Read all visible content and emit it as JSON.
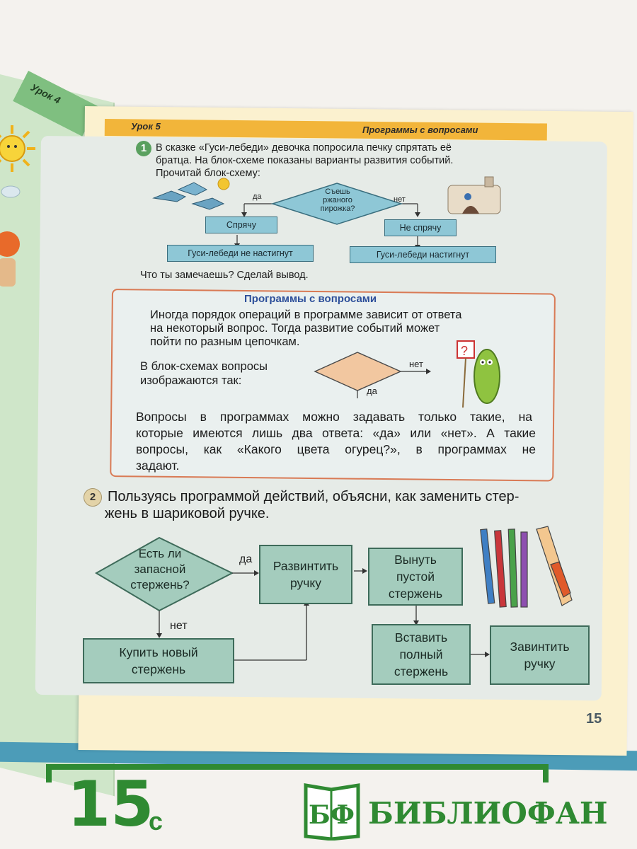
{
  "left_page": {
    "lesson": "Урок 4"
  },
  "header": {
    "lesson": "Урок 5",
    "topic": "Программы с вопросами"
  },
  "task1": {
    "number": "1",
    "lines": [
      "В сказке «Гуси-лебеди» девочка попросила печку спрятать её",
      "братца. На блок-схеме показаны варианты развития событий.",
      "Прочитай блок-схему:"
    ],
    "flow": {
      "question": [
        "Съешь",
        "ржаного",
        "пирожка?"
      ],
      "yes_label": "да",
      "no_label": "нет",
      "yes_box": "Спрячу",
      "no_box": "Не спрячу",
      "yes_result": "Гуси-лебеди не настигнут",
      "no_result": "Гуси-лебеди настигнут"
    },
    "question_line": "Что ты замечаешь? Сделай вывод."
  },
  "info": {
    "title": "Программы с вопросами",
    "para1": [
      "Иногда порядок операций в программе зависит от ответа",
      "на некоторый вопрос. Тогда развитие событий может",
      "пойти по разным цепочкам."
    ],
    "para2": [
      "В блок-схемах вопросы",
      "изображаются так:"
    ],
    "diamond_no": "нет",
    "diamond_yes": "да",
    "para3": [
      "Вопросы в программах можно задавать только такие, на",
      "которые имеются лишь два ответа: «да» или «нет». А такие",
      "вопросы, как «Какого цвета огурец?», в программах не",
      "задают."
    ]
  },
  "task2": {
    "number": "2",
    "lines": [
      "Пользуясь программой действий, объясни, как заменить стер-",
      "жень в шариковой ручке."
    ],
    "flow": {
      "question": [
        "Есть ли",
        "запасной",
        "стержень?"
      ],
      "yes_label": "да",
      "no_label": "нет",
      "buy": [
        "Купить новый",
        "стержень"
      ],
      "unscrew": [
        "Развинтить",
        "ручку"
      ],
      "remove": [
        "Вынуть",
        "пустой",
        "стержень"
      ],
      "insert": [
        "Вставить",
        "полный",
        "стержень"
      ],
      "screw": [
        "Завинтить",
        "ручку"
      ]
    }
  },
  "page_number": "15",
  "watermark": {
    "price": "15",
    "price_suffix": "с",
    "logo": "БФ",
    "brand": "БИБЛИОФАН"
  },
  "colors": {
    "page": "#fbf1cf",
    "header": "#f2b53a",
    "task1_box": "#8ec7d6",
    "task2_box": "#a4ccbd",
    "info_border": "#d97a55",
    "watermark": "#2f8a32"
  }
}
